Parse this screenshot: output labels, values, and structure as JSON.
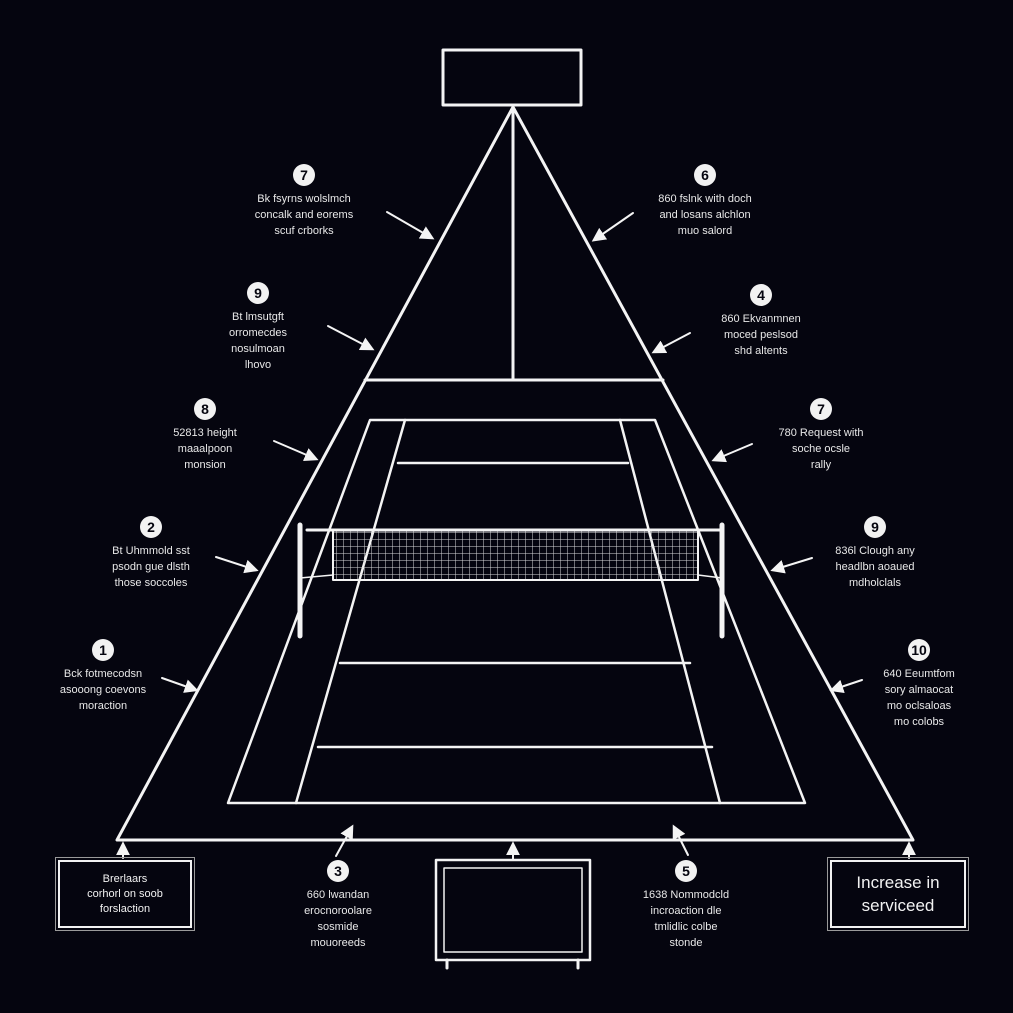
{
  "labels": [
    {
      "id": "top-left",
      "num": "7",
      "text": "Bk fsyrns wolslmch\nconcalk and eorems\nscuf crborks"
    },
    {
      "id": "top-right",
      "num": "6",
      "text": "860 fslnk with doch\nand losans alchlon\nmuo salord"
    },
    {
      "id": "upper-left",
      "num": "9",
      "text": "Bt lmsutgft\norromecdes\nnosulmoan\nlhovo"
    },
    {
      "id": "upper-right",
      "num": "4",
      "text": "860 Ekvanmnen\nmoced peslsod\nshd altents"
    },
    {
      "id": "mid-left",
      "num": "8",
      "text": "52813 height\nmaaalpoon\nmonsion"
    },
    {
      "id": "mid-right",
      "num": "7",
      "text": "780 Request with\nsoche ocsle\nrally"
    },
    {
      "id": "lower-left",
      "num": "2",
      "text": "Bt Uhmmold sst\npsodn gue dlsth\nthose soccoles"
    },
    {
      "id": "lower-right",
      "num": "9",
      "text": "836l Clough any\nheadlbn aoaued\nmdholclals"
    },
    {
      "id": "bottom-left",
      "num": "1",
      "text": "Bck fotmecodsn\nasooong coevons\nmoraction"
    },
    {
      "id": "bottom-right",
      "num": "10",
      "text": "640 Eeumtfom\nsory almaocat\nmo oclsaloas\nmo colobs"
    },
    {
      "id": "base-center-left",
      "num": "3",
      "text": "660 lwandan\nerocnoroolare\nsosmide\nmouoreeds"
    },
    {
      "id": "base-center-right",
      "num": "5",
      "text": "1638 Nommodcld\nincroaction dle\ntmlidlic colbe\nstonde"
    }
  ],
  "boxes": {
    "bottom_left": "Brerlaars\ncorhorl on soob\nforslaction",
    "bottom_right": "Increase in\nserviceed"
  }
}
